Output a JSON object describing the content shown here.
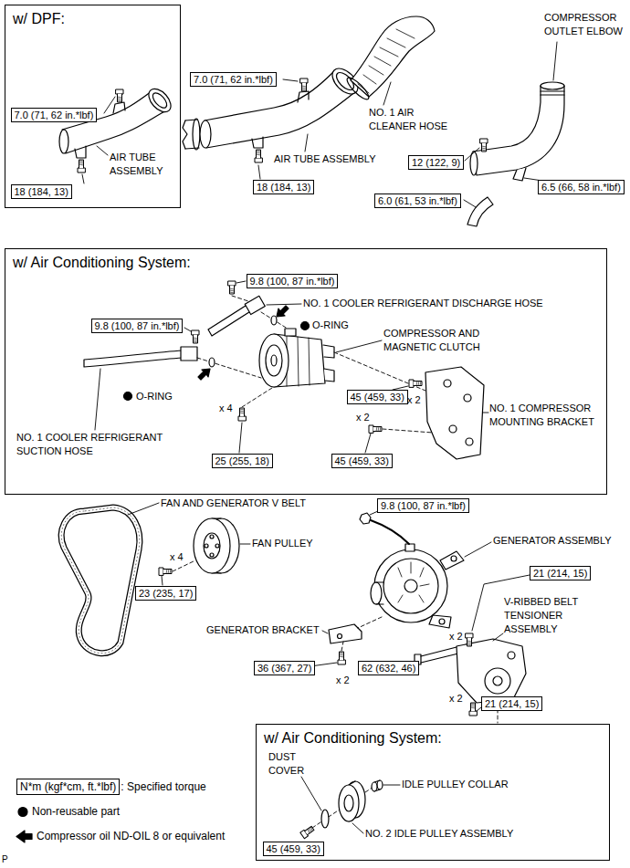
{
  "diagram": {
    "nodes": [
      {
        "text": [
          "w/ DPF:"
        ]
      },
      {
        "text": [
          "7.0 (71, 62 in.*lbf)"
        ],
        "in": 0
      },
      {
        "text": [
          "18 (184, 13)"
        ],
        "in": 0
      },
      {
        "text": [
          "7.0 (71, 62 in.*lbf)"
        ]
      },
      {
        "text": [
          "18 (184, 13)"
        ]
      },
      {
        "text": [
          "12 (122, 9)"
        ]
      },
      {
        "text": [
          "6.5 (66, 58 in.*lbf)"
        ]
      },
      {
        "text": [
          "6.0 (61, 53 in.*lbf)"
        ]
      },
      {
        "text": [
          "w/ Air Conditioning System:"
        ]
      },
      {
        "text": [
          "9.8 (100, 87 in.*lbf)"
        ],
        "in": 8
      },
      {
        "text": [
          "9.8 (100, 87 in.*lbf)"
        ],
        "in": 8
      },
      {
        "text": [
          "45 (459, 33)"
        ],
        "in": 8
      },
      {
        "text": [
          "25 (255, 18)"
        ],
        "in": 8
      },
      {
        "text": [
          "45 (459, 33)"
        ],
        "in": 8
      },
      {
        "text": [
          "9.8 (100, 87 in.*lbf)"
        ]
      },
      {
        "text": [
          "21 (214, 15)"
        ]
      },
      {
        "text": [
          "23 (235, 17)"
        ]
      },
      {
        "text": [
          "36 (367, 27)"
        ]
      },
      {
        "text": [
          "62 (632, 46)"
        ]
      },
      {
        "text": [
          "21 (214, 15)"
        ]
      },
      {
        "text": [
          "w/ Air Conditioning System:"
        ]
      },
      {
        "text": [
          "45 (459, 33)"
        ],
        "in": 20
      },
      {
        "text": [
          "N*m (kgf*cm, ft.*lbf)"
        ]
      }
    ],
    "labels": [
      "COMPRESSOR OUTLET ELBOW",
      "NO. 1 AIR CLEANER HOSE",
      "AIR TUBE ASSEMBLY",
      "AIR TUBE ASSEMBLY",
      "NO. 1 COOLER REFRIGERANT DISCHARGE HOSE",
      "O-RING",
      "COMPRESSOR AND MAGNETIC CLUTCH",
      "O-RING",
      "x 2",
      "NO. 1 COMPRESSOR MOUNTING BRACKET",
      "x 4",
      "x 2",
      "NO. 1 COOLER REFRIGERANT SUCTION HOSE",
      "FAN AND GENERATOR V BELT",
      "GENERATOR ASSEMBLY",
      "FAN PULLEY",
      "x 4",
      "V-RIBBED BELT TENSIONER ASSEMBLY",
      "x 2",
      "GENERATOR BRACKET",
      "x 2",
      "x 2",
      "DUST COVER",
      "IDLE PULLEY COLLAR",
      "NO. 2 IDLE PULLEY ASSEMBLY",
      "P"
    ],
    "legend": [
      {
        "text": ": Specified torque"
      },
      {
        "text": "Non-reusable part"
      },
      {
        "text": "Compressor oil ND-OIL 8 or equivalent"
      }
    ]
  }
}
